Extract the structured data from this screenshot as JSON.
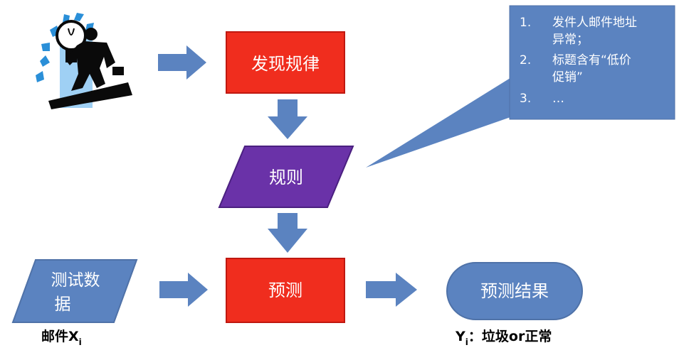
{
  "nodes": {
    "discover_rules": "发现规律",
    "rules": "规则",
    "test_data_line1": "测试数",
    "test_data_line2": "据",
    "predict": "预测",
    "prediction_result": "预测结果"
  },
  "callout": {
    "items": [
      {
        "num": "1.",
        "line1": "发件人邮件地址",
        "line2": "异常；"
      },
      {
        "num": "2.",
        "line1": "标题含有“低价",
        "line2": "促销”"
      },
      {
        "num": "3.",
        "line1": "…",
        "line2": ""
      }
    ]
  },
  "captions": {
    "input_prefix": "邮件X",
    "input_sub": "i",
    "output_prefix": "Y",
    "output_sub": "i",
    "output_suffix": "：垃圾or正常"
  },
  "colors": {
    "red_box": "#f02d1e",
    "purple_box": "#6a32a8",
    "blue_shape": "#5b83c0",
    "arrow": "#5b83c0",
    "callout_fill": "#5b83c0",
    "icon": "#0a0a0a",
    "icon_glow": "#7ec0ee"
  }
}
